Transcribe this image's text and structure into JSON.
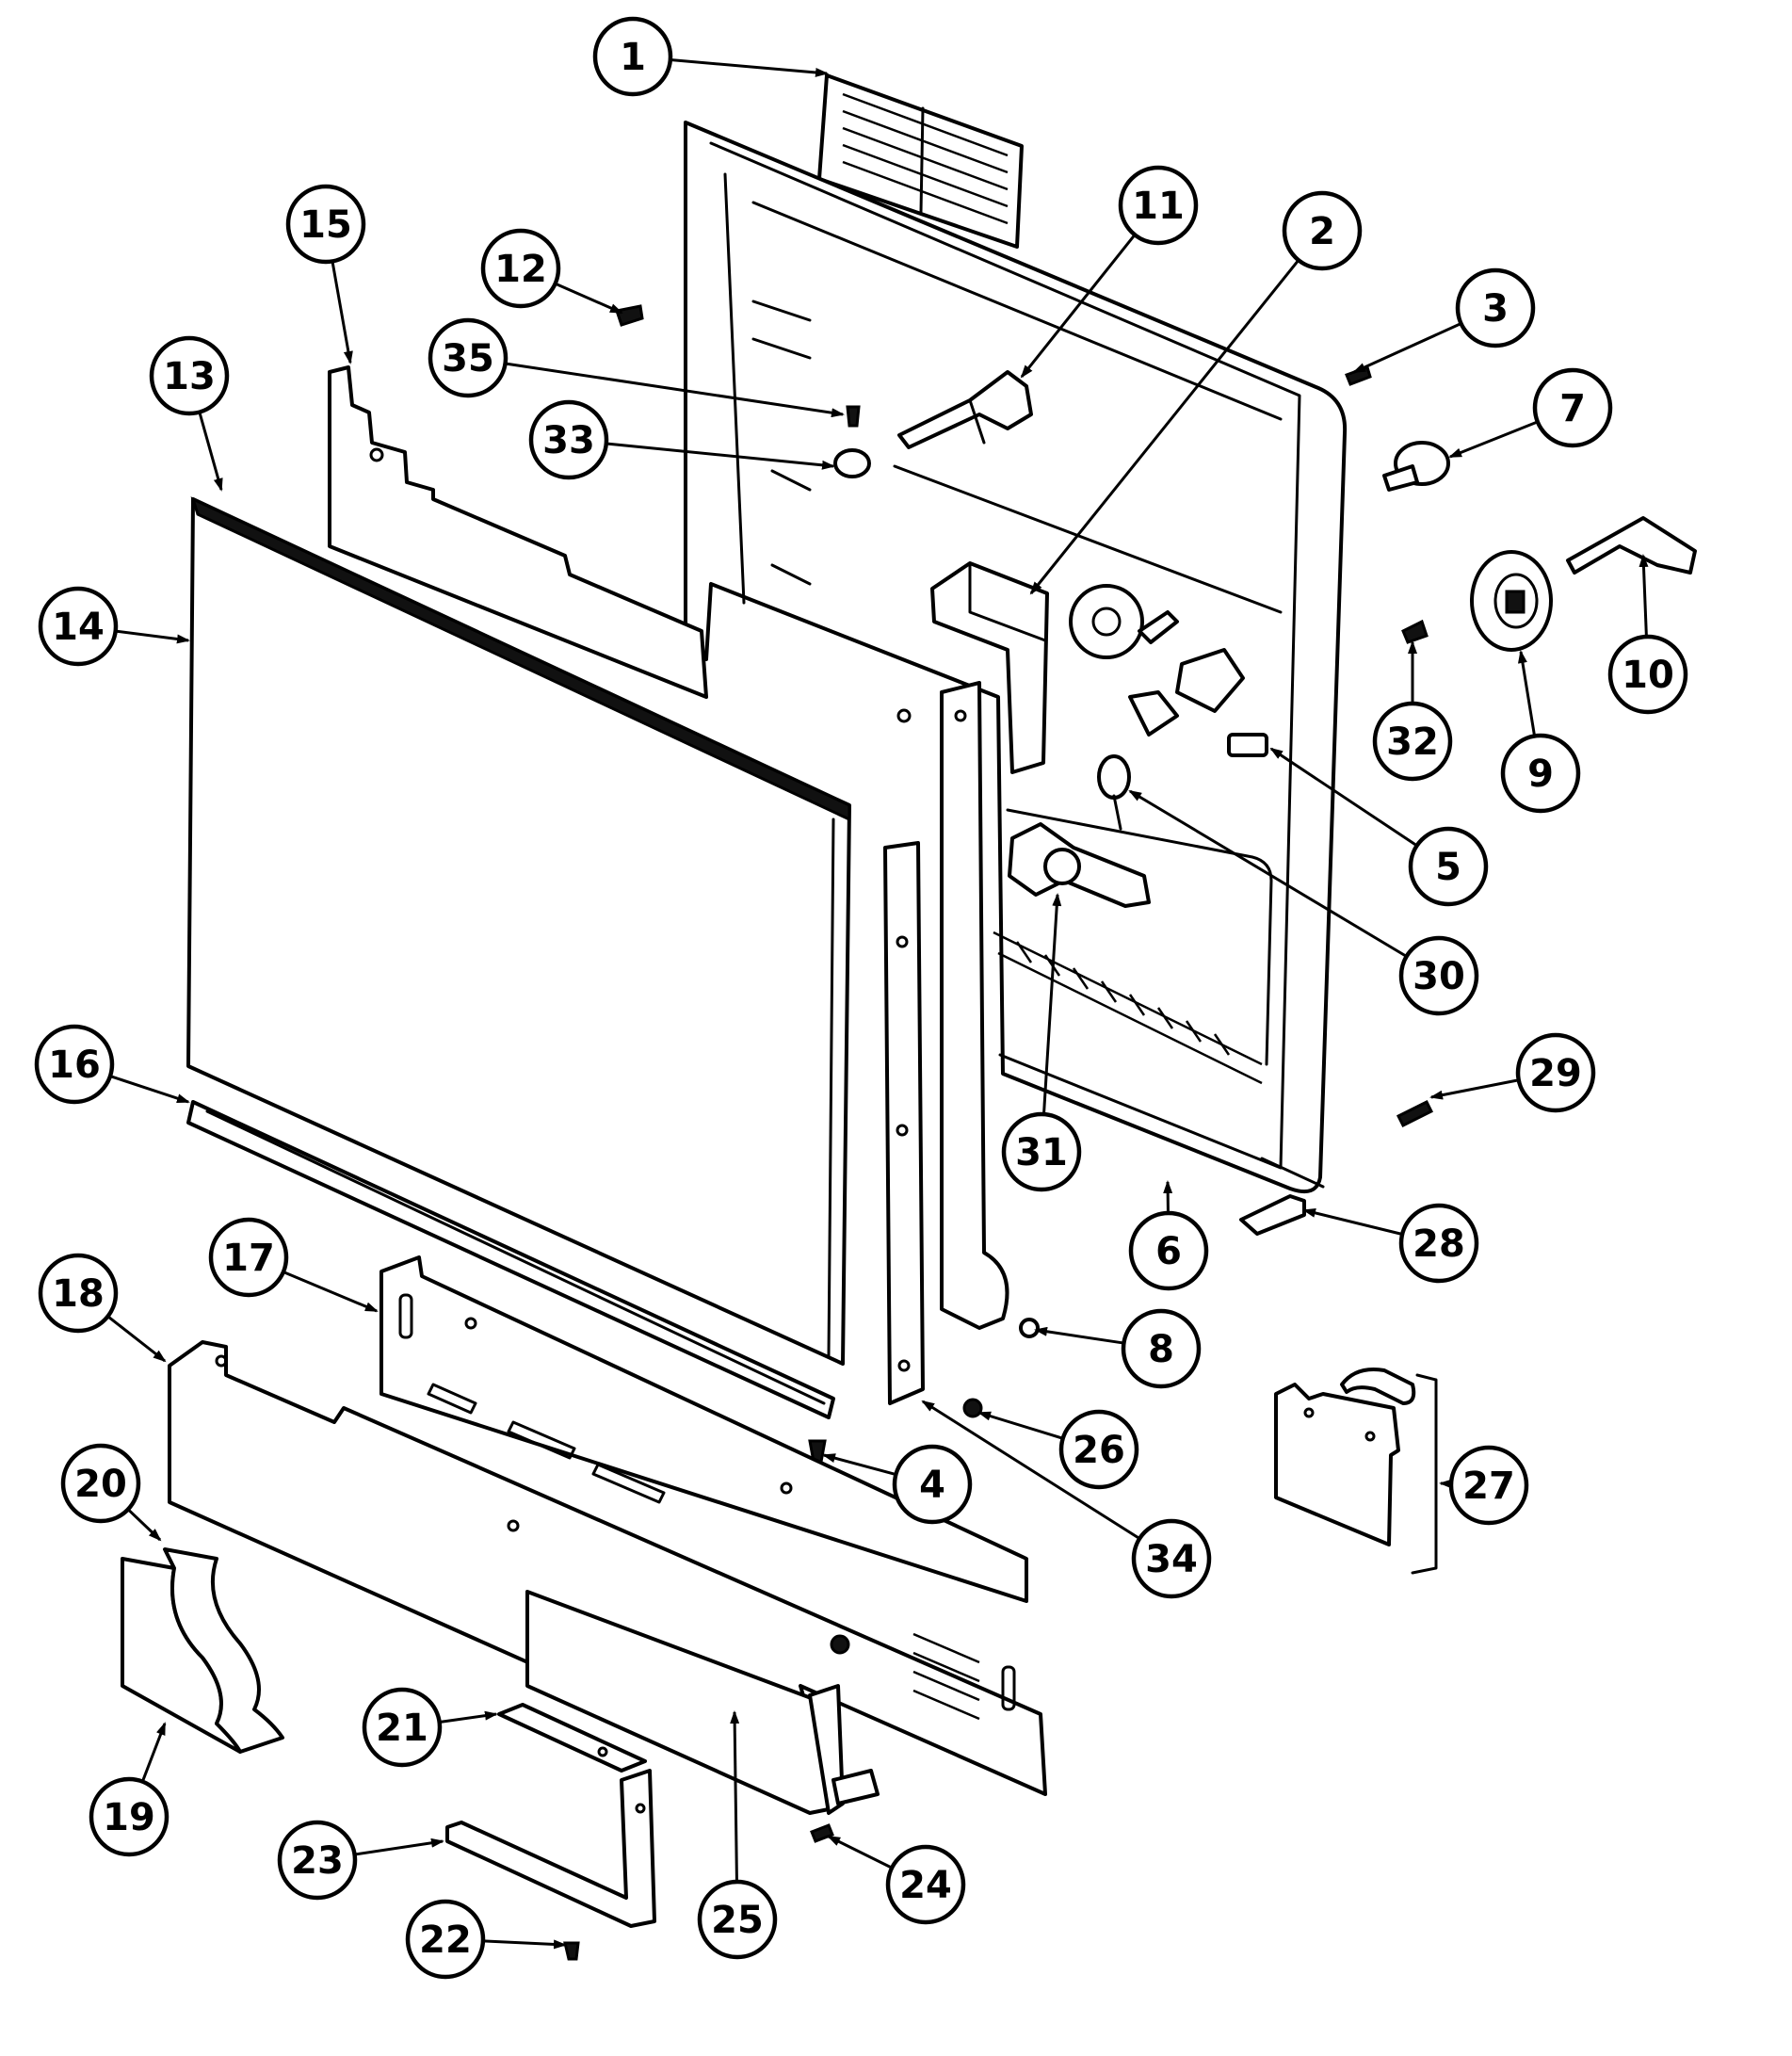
{
  "callouts": [
    {
      "label": "1"
    },
    {
      "label": "2"
    },
    {
      "label": "3"
    },
    {
      "label": "4"
    },
    {
      "label": "5"
    },
    {
      "label": "6"
    },
    {
      "label": "7"
    },
    {
      "label": "8"
    },
    {
      "label": "9"
    },
    {
      "label": "10"
    },
    {
      "label": "11"
    },
    {
      "label": "12"
    },
    {
      "label": "13"
    },
    {
      "label": "14"
    },
    {
      "label": "15"
    },
    {
      "label": "16"
    },
    {
      "label": "17"
    },
    {
      "label": "18"
    },
    {
      "label": "19"
    },
    {
      "label": "20"
    },
    {
      "label": "21"
    },
    {
      "label": "22"
    },
    {
      "label": "23"
    },
    {
      "label": "24"
    },
    {
      "label": "25"
    },
    {
      "label": "26"
    },
    {
      "label": "27"
    },
    {
      "label": "28"
    },
    {
      "label": "29"
    },
    {
      "label": "30"
    },
    {
      "label": "31"
    },
    {
      "label": "32"
    },
    {
      "label": "33"
    },
    {
      "label": "34"
    },
    {
      "label": "35"
    }
  ]
}
